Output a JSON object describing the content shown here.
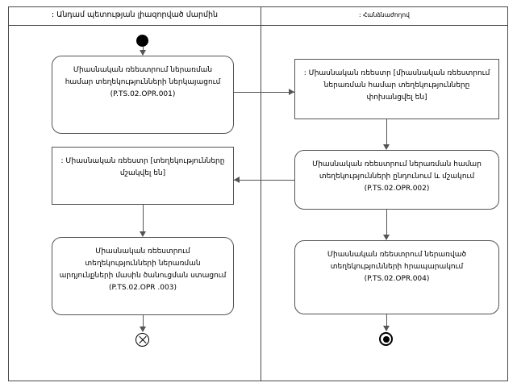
{
  "diagram": {
    "type": "uml-activity-diagram",
    "lanes": [
      {
        "id": "member-state",
        "title": ": Անդամ պետության լիազորված մարմին"
      },
      {
        "id": "commission",
        "title": ": Հանձնաժողով"
      }
    ]
  },
  "nodes": {
    "initial": {
      "kind": "initial-node",
      "lane": "member-state"
    },
    "action_opr001": {
      "kind": "action",
      "lane": "member-state",
      "text": "Միասնական ռեեստրում ներառման համար տեղեկությունների ներկայացում (P.TS.02.OPR.001)"
    },
    "object_registry_transferred": {
      "kind": "object-node",
      "lane": "commission",
      "text": ": Միասնական ռեեստր [միասնական ռեեստրում ներառման համար տեղեկությունները փոխանցվել են]"
    },
    "action_opr002": {
      "kind": "action",
      "lane": "commission",
      "text": "Միասնական ռեեստրում ներառման համար տեղեկությունների ընդունում և մշակում (P.TS.02.OPR.002)"
    },
    "object_registry_processed": {
      "kind": "object-node",
      "lane": "member-state",
      "text": ": Միասնական ռեեստր [տեղեկությունները մշակվել են]"
    },
    "action_opr003": {
      "kind": "action",
      "lane": "member-state",
      "text": "Միասնական ռեեստրում տեղեկությունների ներառման արդյունքների մասին ծանուցման ստացում (P.TS.02.OPR .003)"
    },
    "action_opr004": {
      "kind": "action",
      "lane": "commission",
      "text": "Միասնական ռեեստրում ներառված տեղեկությունների հրապարակում (P.TS.02.OPR.004)"
    },
    "flow_final": {
      "kind": "flow-final-node",
      "lane": "member-state"
    },
    "activity_final": {
      "kind": "activity-final-node",
      "lane": "commission"
    }
  },
  "colors": {
    "frame": "#4a4a4a",
    "node_border": "#555555",
    "connector": "#555555",
    "background": "#ffffff",
    "text": "#000000"
  }
}
